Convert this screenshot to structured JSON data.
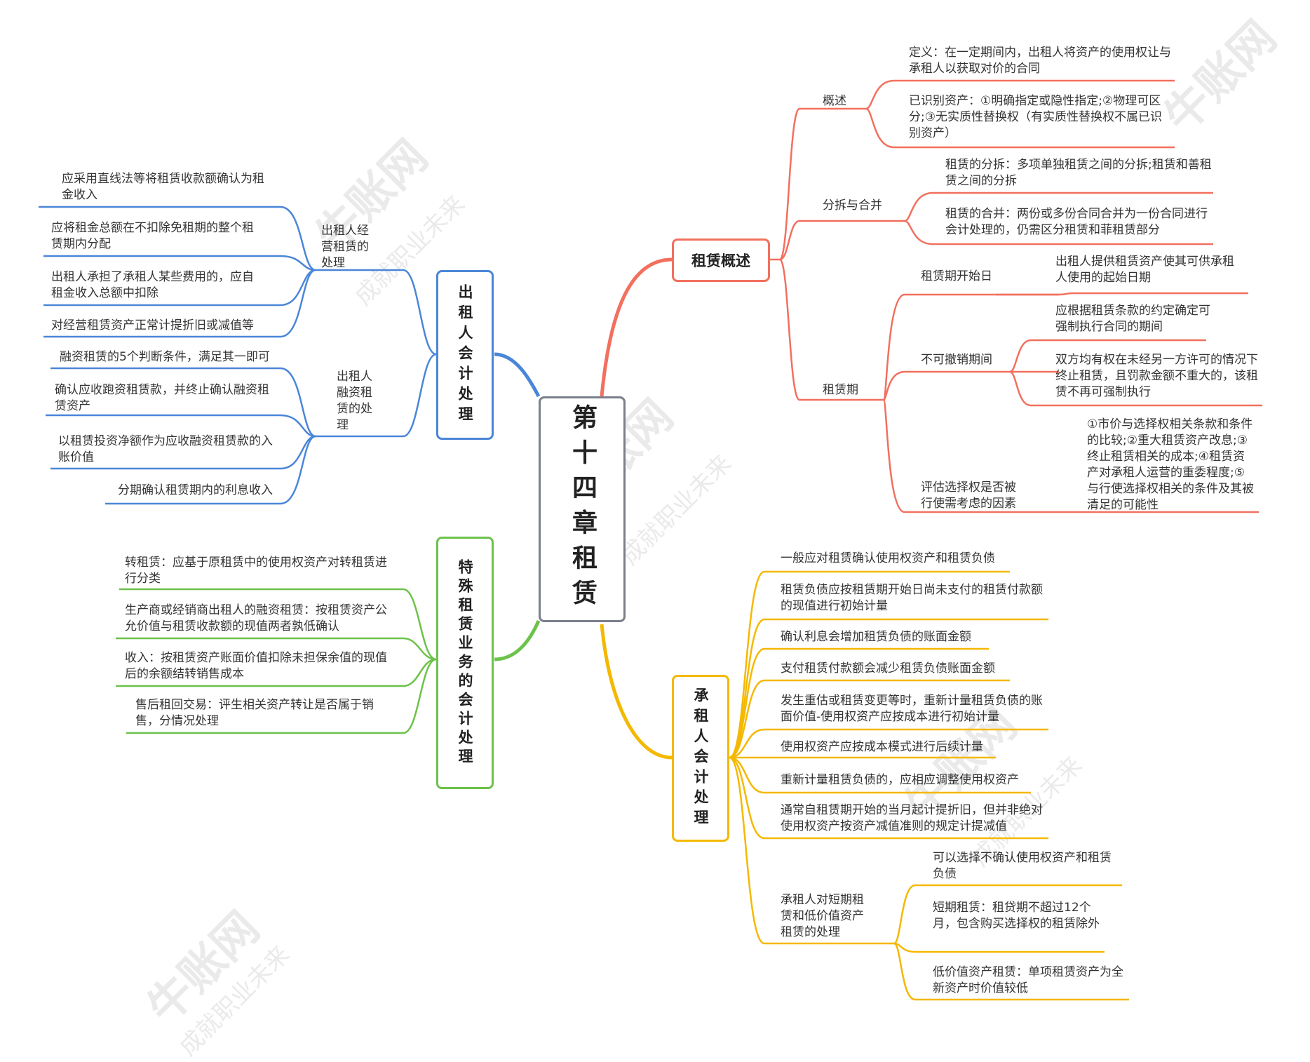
{
  "colors": {
    "red": "#f2705e",
    "blue": "#4a86d8",
    "orange": "#f5b800",
    "green": "#6cc24a",
    "center_border": "#7a7f8a"
  },
  "watermark": {
    "brand": "牛账网",
    "slogan": "成就职业未来"
  },
  "center": {
    "label": "第十四章租赁"
  },
  "overview": {
    "label": "租赁概述",
    "gaishu": {
      "label": "概述",
      "items": [
        "定义：在一定期间内，出租人将资产的使用权让与承租人以获取对价的合同",
        "已识别资产：①明确指定或隐性指定;②物理可区分;③无实质性替换权（有实质性替换权不属已识别资产）"
      ]
    },
    "split": {
      "label": "分拆与合并",
      "items": [
        "租赁的分拆：多项单独租赁之间的分拆;租赁和善租赁之间的分拆",
        "租赁的合并：两份或多份合同合并为一份合同进行会计处理的，仍需区分租赁和菲租赁部分"
      ]
    },
    "term": {
      "label": "租赁期",
      "start": {
        "label": "租赁期开始日",
        "item": "出租人提供租赁资产使其可供承租人使用的起始日期"
      },
      "noncancel": {
        "label": "不可撤销期间",
        "items": [
          "应根据租赁条款的约定确定可强制执行合同的期间",
          "双方均有权在未经另一方许可的情况下终止租赁，且罚款金额不重大的，该租赁不再可强制执行"
        ]
      },
      "option": {
        "label": "评估选择权是否被行使需考虑的因素",
        "item": "①市价与选择权相关条款和条件的比较;②重大租赁资产改息;③终止租赁相关的成本;④租赁资产对承租人运营的重委程度;⑤与行使选择权相关的条件及其被清足的可能性"
      }
    }
  },
  "lessee": {
    "label": "承租人会计处理",
    "items": [
      "一般应对租赁确认使用权资产和租赁负债",
      "租赁负债应按租赁期开始日尚未支付的租赁付款额的现值进行初始计量",
      "确认利息会增加租赁负债的账面金额",
      "支付租赁付款额会减少租赁负债账面金额",
      "发生重估或租赁变更等时，重新计量租赁负债的账面价值-使用权资产应按成本进行初始计量",
      "使用权资产应按成本模式进行后续计量",
      "重新计量租赁负债的，应相应调整使用权资产",
      "通常自租赁期开始的当月起计提折旧，但并非绝对使用权资产按资产减值准则的规定计提减值"
    ],
    "short": {
      "label": "承租人对短期租赁和低价值资产租赁的处理",
      "items": [
        "可以选择不确认使用权资产和租赁负债",
        "短期租赁：租贷期不超过12个月，包含购买选择权的租赁除外",
        "低价值资产租赁：单项租赁资产为全新资产时价值较低"
      ]
    }
  },
  "lessor": {
    "label": "出租人会计处理",
    "operating": {
      "label": "出租人经营租赁的处理",
      "items": [
        "应采用直线法等将租赁收款额确认为租金收入",
        "应将租金总额在不扣除免租期的整个租赁期内分配",
        "出租人承担了承租人某些费用的，应自租金收入总额中扣除",
        "对经营租赁资产正常计提折旧或减值等"
      ]
    },
    "finance": {
      "label": "出租人融资租赁的处理",
      "items": [
        "融资租赁的5个判断条件，满足其一即可",
        "确认应收跑资租赁款，并终止确认融资租赁资产",
        "以租赁投资净额作为应收融资租赁款的入账价值",
        "分期确认租赁期内的利息收入"
      ]
    }
  },
  "special": {
    "label": "特殊租赁业务的会计处理",
    "items": [
      "转租赁：应基于原租赁中的使用权资产对转租赁进行分类",
      "生产商或经销商出租人的融资租赁：按租赁资产公允价值与租赁收款额的现值两者孰低确认",
      "收入：按租赁资产账面价值扣除未担保余值的现值后的余额结转销售成本",
      "售后租回交易：评生相关资产转让是否属于销售，分情况处理"
    ]
  }
}
